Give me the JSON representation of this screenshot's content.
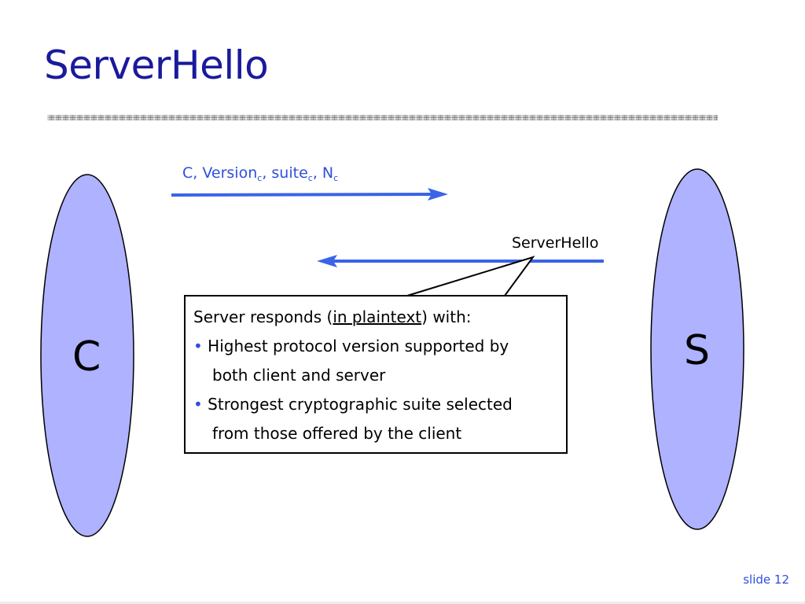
{
  "slide": {
    "title": "ServerHello",
    "footer": "slide 12"
  },
  "nodes": {
    "client_label": "C",
    "server_label": "S",
    "fill_color": "#aeb2ff"
  },
  "messages": {
    "client_hello": {
      "c": "C",
      "sep1": ", ",
      "version": "Version",
      "version_sub": "c",
      "sep2": ", ",
      "suite": "suite",
      "suite_sub": "c",
      "sep3": ", ",
      "nonce": "N",
      "nonce_sub": "c"
    },
    "server_hello_label": "ServerHello",
    "arrow_color": "#3a63e8"
  },
  "note": {
    "line1_pre": "Server responds (",
    "line1_underlined": "in plaintext",
    "line1_post": ") with:",
    "bullet_char": "•",
    "bullet1_line1": " Highest protocol version supported by",
    "bullet1_line2": "both client and server",
    "bullet2_line1": " Strongest cryptographic suite selected",
    "bullet2_line2": "from those offered by the client"
  }
}
